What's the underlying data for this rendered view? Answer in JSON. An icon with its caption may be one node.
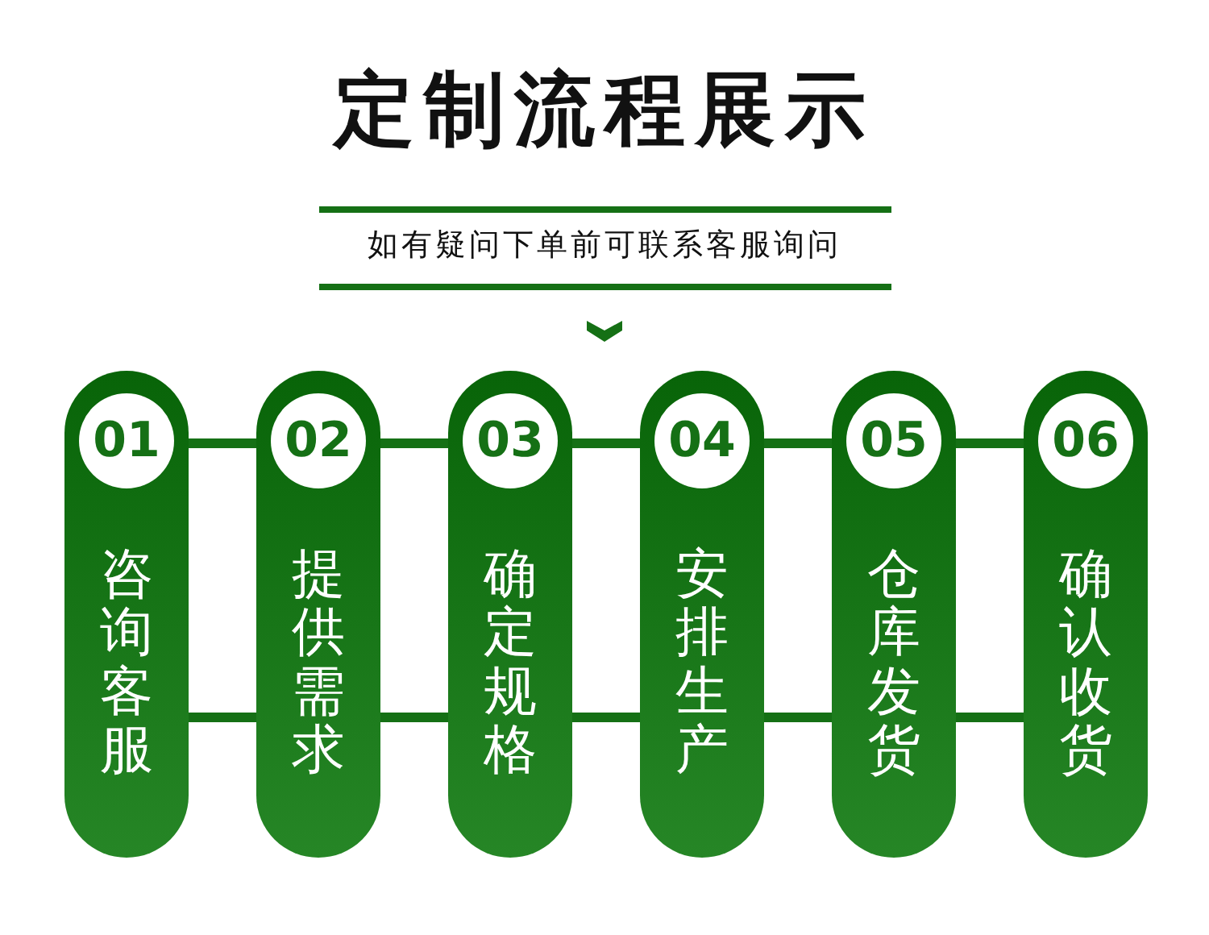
{
  "diagram": {
    "title": "定制流程展示",
    "nodes": [
      {
        "text": [
          "咨询客服"
        ]
      },
      {
        "text": [
          "01"
        ],
        "in": 0
      },
      {
        "text": [
          "提供需求"
        ]
      },
      {
        "text": [
          "02"
        ],
        "in": 2
      },
      {
        "text": [
          "确定规格"
        ]
      },
      {
        "text": [
          "03"
        ],
        "in": 4
      },
      {
        "text": [
          "安排生产"
        ]
      },
      {
        "text": [
          "04"
        ],
        "in": 6
      },
      {
        "text": [
          "仓库发货"
        ]
      },
      {
        "text": [
          "05"
        ],
        "in": 8
      },
      {
        "text": [
          "确认收货"
        ]
      },
      {
        "text": [
          "06"
        ],
        "in": 10
      }
    ],
    "edges": [
      {
        "from": 0,
        "to": 2,
        "arrow": "none"
      },
      {
        "from": 0,
        "to": 2,
        "arrow": "none"
      },
      {
        "from": 2,
        "to": 4,
        "arrow": "none"
      },
      {
        "from": 2,
        "to": 4,
        "arrow": "none"
      },
      {
        "from": 4,
        "to": 6,
        "arrow": "none"
      },
      {
        "from": 4,
        "to": 6,
        "arrow": "none"
      },
      {
        "from": 6,
        "to": 8,
        "arrow": "none"
      },
      {
        "from": 6,
        "to": 8,
        "arrow": "none"
      },
      {
        "from": 8,
        "to": 10,
        "arrow": "none"
      },
      {
        "from": 8,
        "to": 10,
        "arrow": "none"
      }
    ],
    "labels": [
      "如有疑问下单前可联系客服询问"
    ]
  }
}
